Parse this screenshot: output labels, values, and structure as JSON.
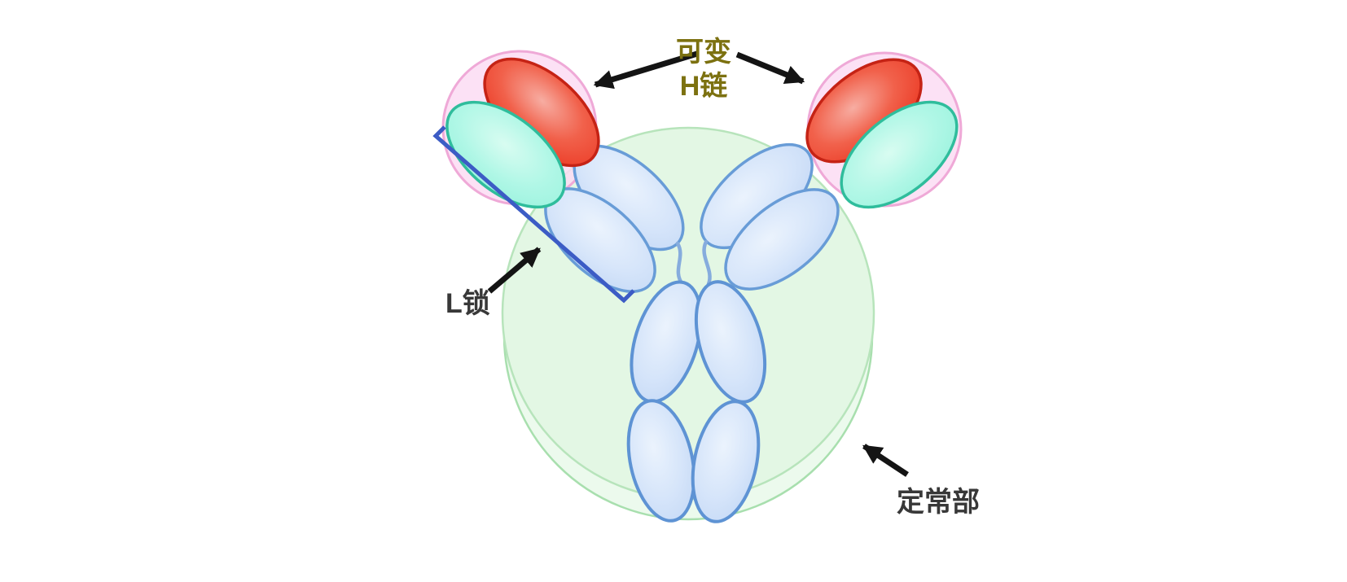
{
  "labels": {
    "variable_line1": "可变",
    "variable_line2": "H链",
    "l_chain": "L锁",
    "constant_region": "定常部"
  },
  "colors": {
    "variable_label": "#7c7110",
    "dark_label": "#383838",
    "pink_region_fill": "#fbdcf3",
    "pink_region_stroke": "#efa9d7",
    "green_region_fill": "#e3f7e4",
    "green_region_stroke": "#b7e4bb",
    "red_domain": "#ee3a22",
    "red_domain_stroke": "#c52315",
    "cyan_domain": "#a9f6e3",
    "cyan_domain_stroke": "#2fbd9c",
    "blue_domain_fill": "#cfe0f8",
    "blue_domain_stroke": "#689cd7",
    "hinge_line": "#86acdd",
    "bracket_blue": "#3c5cc5",
    "arrow_black": "#141414"
  },
  "structure": {
    "pink_variable_circles": 2,
    "blue_domains": 8,
    "red_domains": 2,
    "cyan_domains": 2,
    "annotation_arrows": 4
  }
}
